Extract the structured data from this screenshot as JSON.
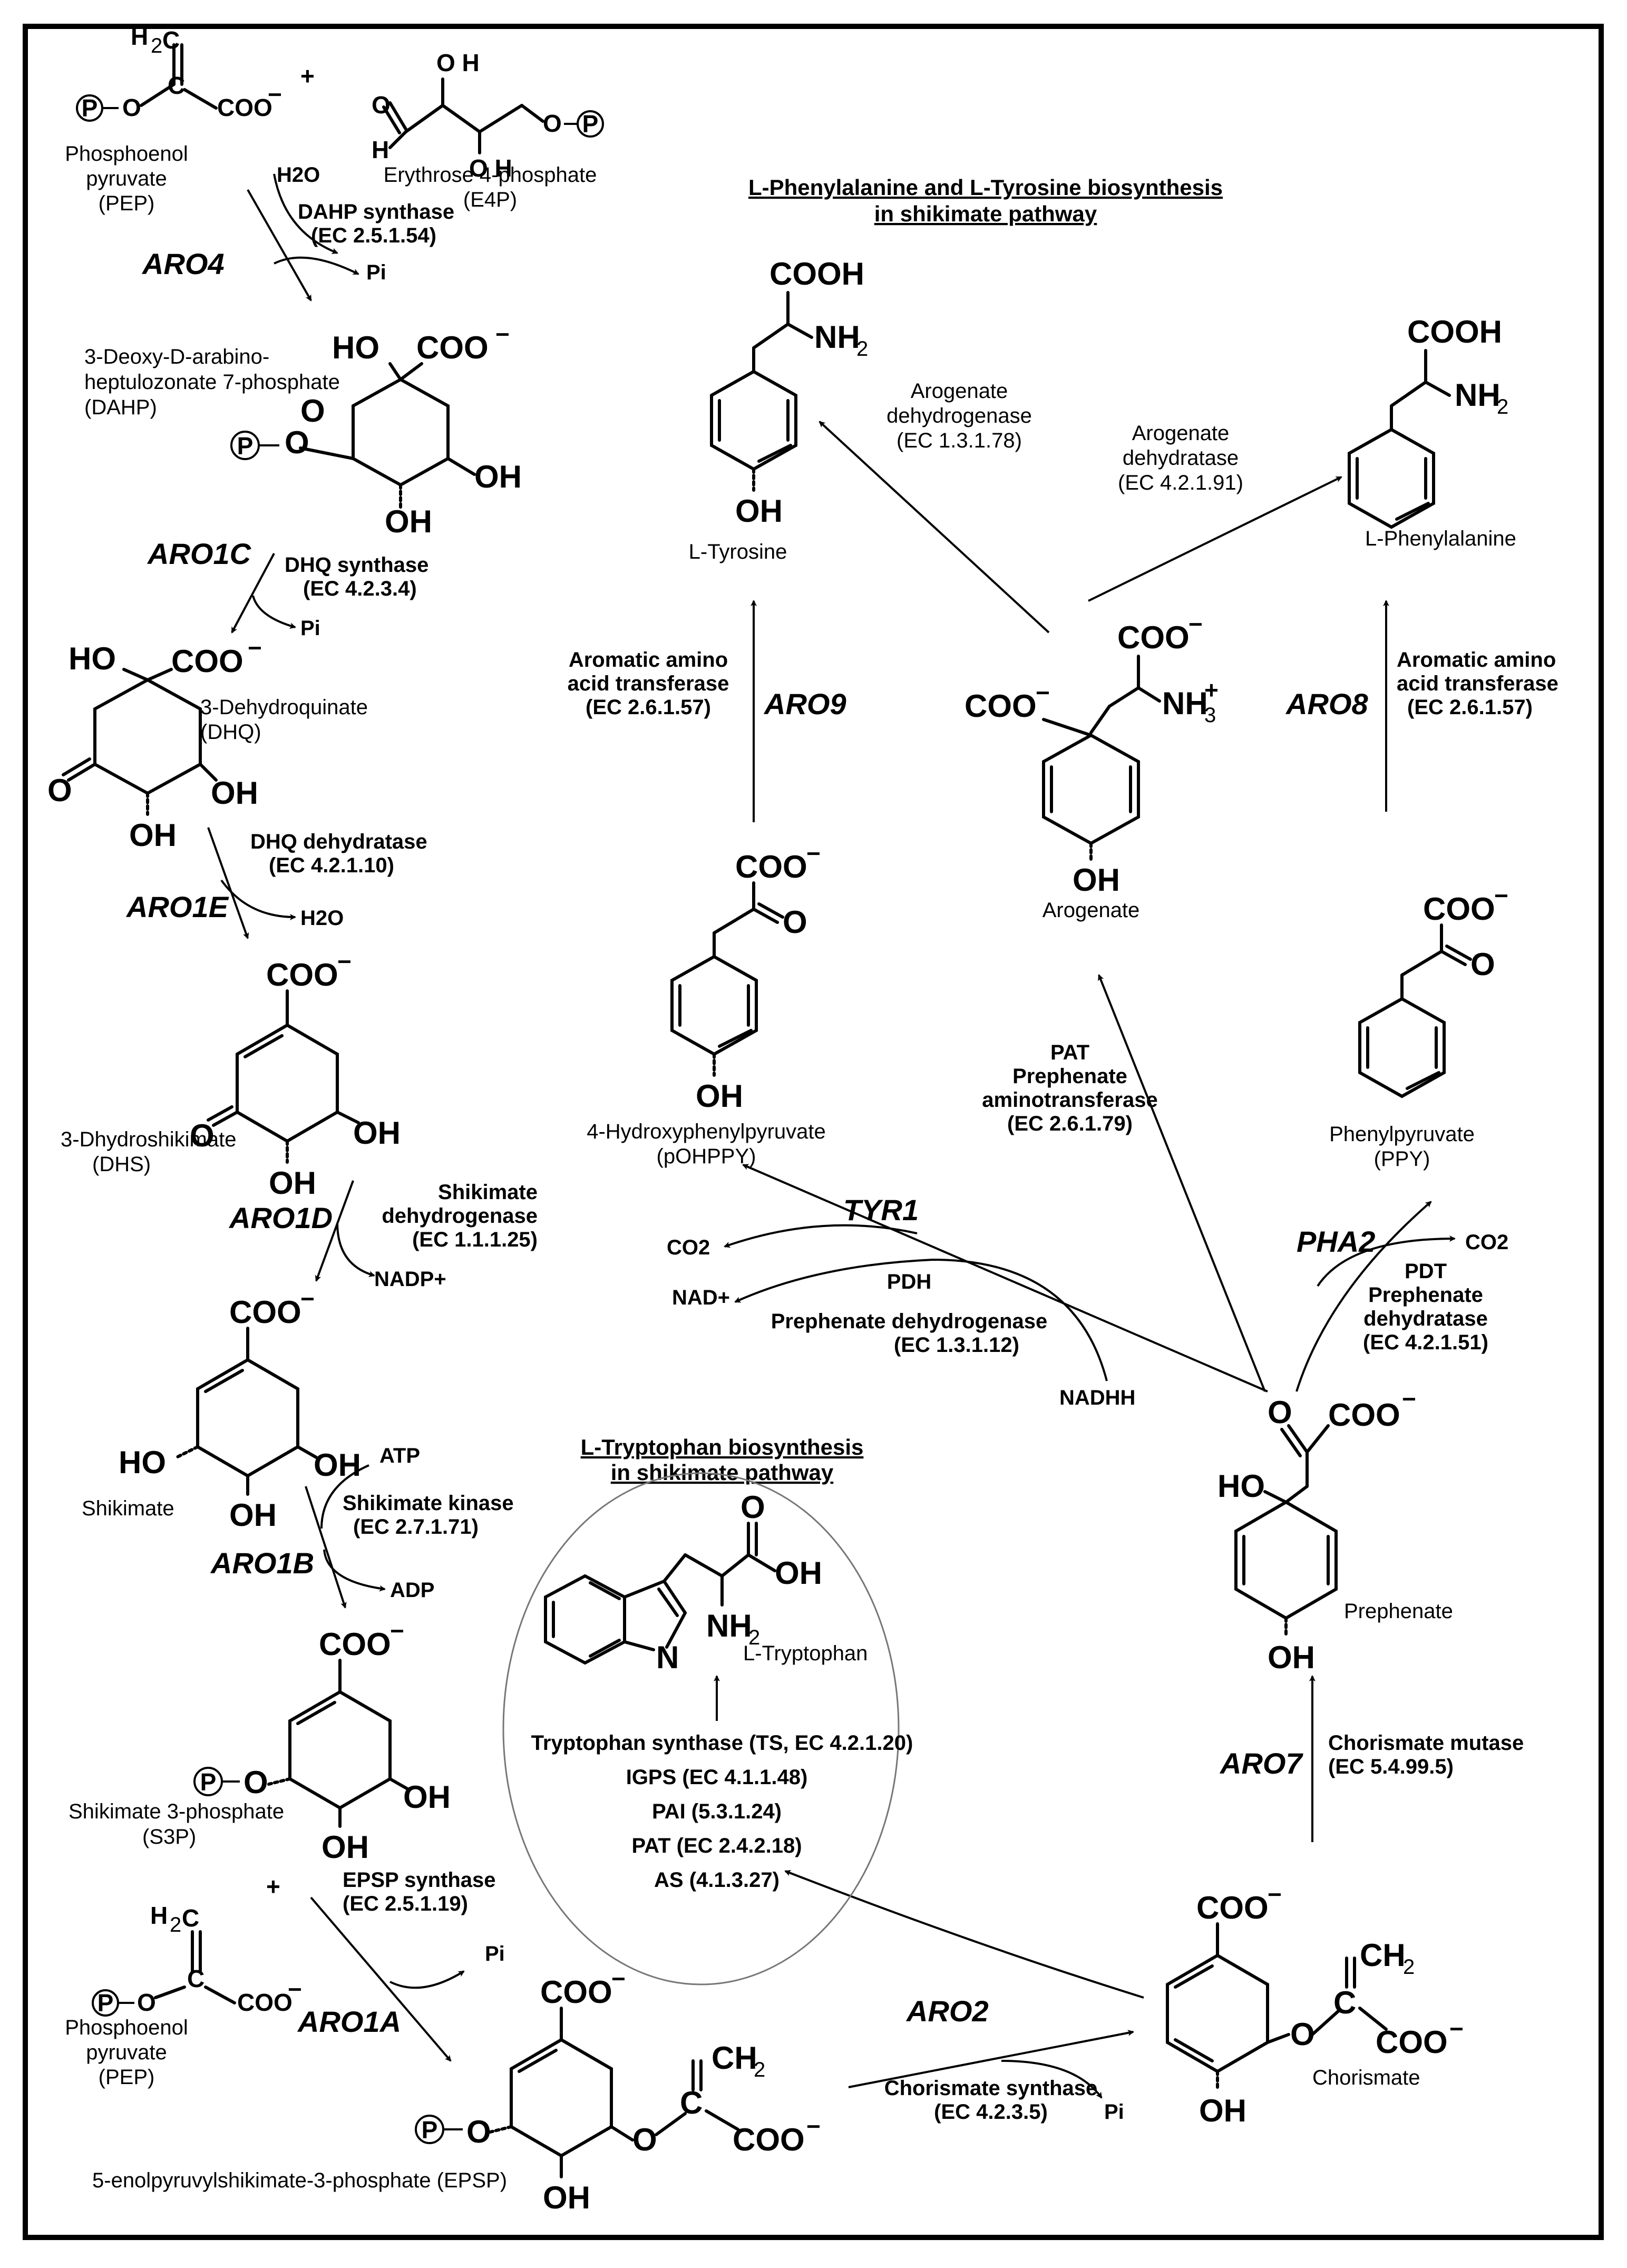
{
  "titles": {
    "phe_tyr": [
      "L-Phenylalanine and L-Tyrosine biosynthesis",
      "in shikimate  pathway"
    ],
    "trp": [
      "L-Tryptophan biosynthesis",
      "in shikimate pathway"
    ]
  },
  "compounds": {
    "pep1": [
      "Phosphoenol",
      "pyruvate",
      "(PEP)"
    ],
    "e4p": [
      "Erythrose 4-phosphate",
      "(E4P)"
    ],
    "dahp": [
      "3-Deoxy-D-arabino-",
      "heptulozonate 7-phosphate",
      "(DAHP)"
    ],
    "dhq": [
      "3-Dehydroquinate",
      "(DHQ)"
    ],
    "dhs": [
      "3-Dhydroshikimate",
      "(DHS)"
    ],
    "shikimate": "Shikimate",
    "s3p": [
      "Shikimate 3-phosphate",
      "(S3P)"
    ],
    "pep2": [
      "Phosphoenol",
      "pyruvate",
      "(PEP)"
    ],
    "epsp": "5-enolpyruvylshikimate-3-phosphate (EPSP)",
    "chorismate": "Chorismate",
    "prephenate": "Prephenate",
    "arogenate": "Arogenate",
    "pohppy": [
      "4-Hydroxyphenylpyruvate",
      "(pOHPPY)"
    ],
    "ppy": [
      "Phenylpyruvate",
      "(PPY)"
    ],
    "tyrosine": "L-Tyrosine",
    "phenylalanine": "L-Phenylalanine",
    "tryptophan": "L-Tryptophan"
  },
  "enzymes": {
    "dahp_synthase": [
      "DAHP synthase",
      "(EC 2.5.1.54)"
    ],
    "dhq_synthase": [
      "DHQ synthase",
      "(EC 4.2.3.4)"
    ],
    "dhq_dehydratase": [
      "DHQ dehydratase",
      "(EC 4.2.1.10)"
    ],
    "shikimate_dh": [
      "Shikimate",
      "dehydrogenase",
      "(EC 1.1.1.25)"
    ],
    "shikimate_kinase": [
      "Shikimate kinase",
      "(EC 2.7.1.71)"
    ],
    "epsp_synthase": [
      "EPSP synthase",
      "(EC 2.5.1.19)"
    ],
    "chorismate_synthase": [
      "Chorismate synthase",
      "(EC 4.2.3.5)"
    ],
    "chorismate_mutase": [
      "Chorismate mutase",
      "(EC 5.4.99.5)"
    ],
    "pdt": [
      "PDT",
      "Prephenate",
      "dehydratase",
      "(EC 4.2.1.51)"
    ],
    "pat": [
      "PAT",
      "Prephenate",
      "aminotransferase",
      "(EC 2.6.1.79)"
    ],
    "pdh": [
      "PDH",
      "Prephenate dehydrogenase",
      "(EC 1.3.1.12)"
    ],
    "aro9_enz": [
      "Aromatic amino",
      "acid transferase",
      "(EC 2.6.1.57)"
    ],
    "aro8_enz": [
      "Aromatic amino",
      "acid transferase",
      "(EC 2.6.1.57)"
    ],
    "arogenate_dh": [
      "Arogenate",
      "dehydrogenase",
      "(EC 1.3.1.78)"
    ],
    "arogenate_dt": [
      "Arogenate",
      "dehydratase",
      "(EC 4.2.1.91)"
    ],
    "trp_enzymes": [
      "Tryptophan synthase (TS, EC 4.2.1.20)",
      "IGPS (EC 4.1.1.48)",
      "PAI (5.3.1.24)",
      "PAT (EC 2.4.2.18)",
      "AS (4.1.3.27)"
    ]
  },
  "genes": {
    "aro4": "ARO4",
    "aro1c": "ARO1C",
    "aro1e": "ARO1E",
    "aro1d": "ARO1D",
    "aro1b": "ARO1B",
    "aro1a": "ARO1A",
    "aro2": "ARO2",
    "aro7": "ARO7",
    "pha2": "PHA2",
    "tyr1": "TYR1",
    "aro9": "ARO9",
    "aro8": "ARO8"
  },
  "cofactors": {
    "h2o_in": "H2O",
    "pi_1": "Pi",
    "pi_2": "Pi",
    "h2o_out": "H2O",
    "nadp": "NADP+",
    "atp": "ATP",
    "adp": "ADP",
    "pi_3": "Pi",
    "pi_4": "Pi",
    "co2_1": "CO2",
    "co2_2": "CO2",
    "nad": "NAD+",
    "nadhh": "NADHH"
  },
  "atom_labels": {
    "p": "P",
    "oh": "OH",
    "ho": "HO",
    "o": "O",
    "h": "H",
    "coo": "COO",
    "cooh": "COOH",
    "nh2": "NH",
    "nh3": "NH",
    "n": "N",
    "h2c": "H",
    "ch2": "CH",
    "c": "C",
    "plus": "+",
    "minus": "−",
    "ho_oh": "O H"
  }
}
